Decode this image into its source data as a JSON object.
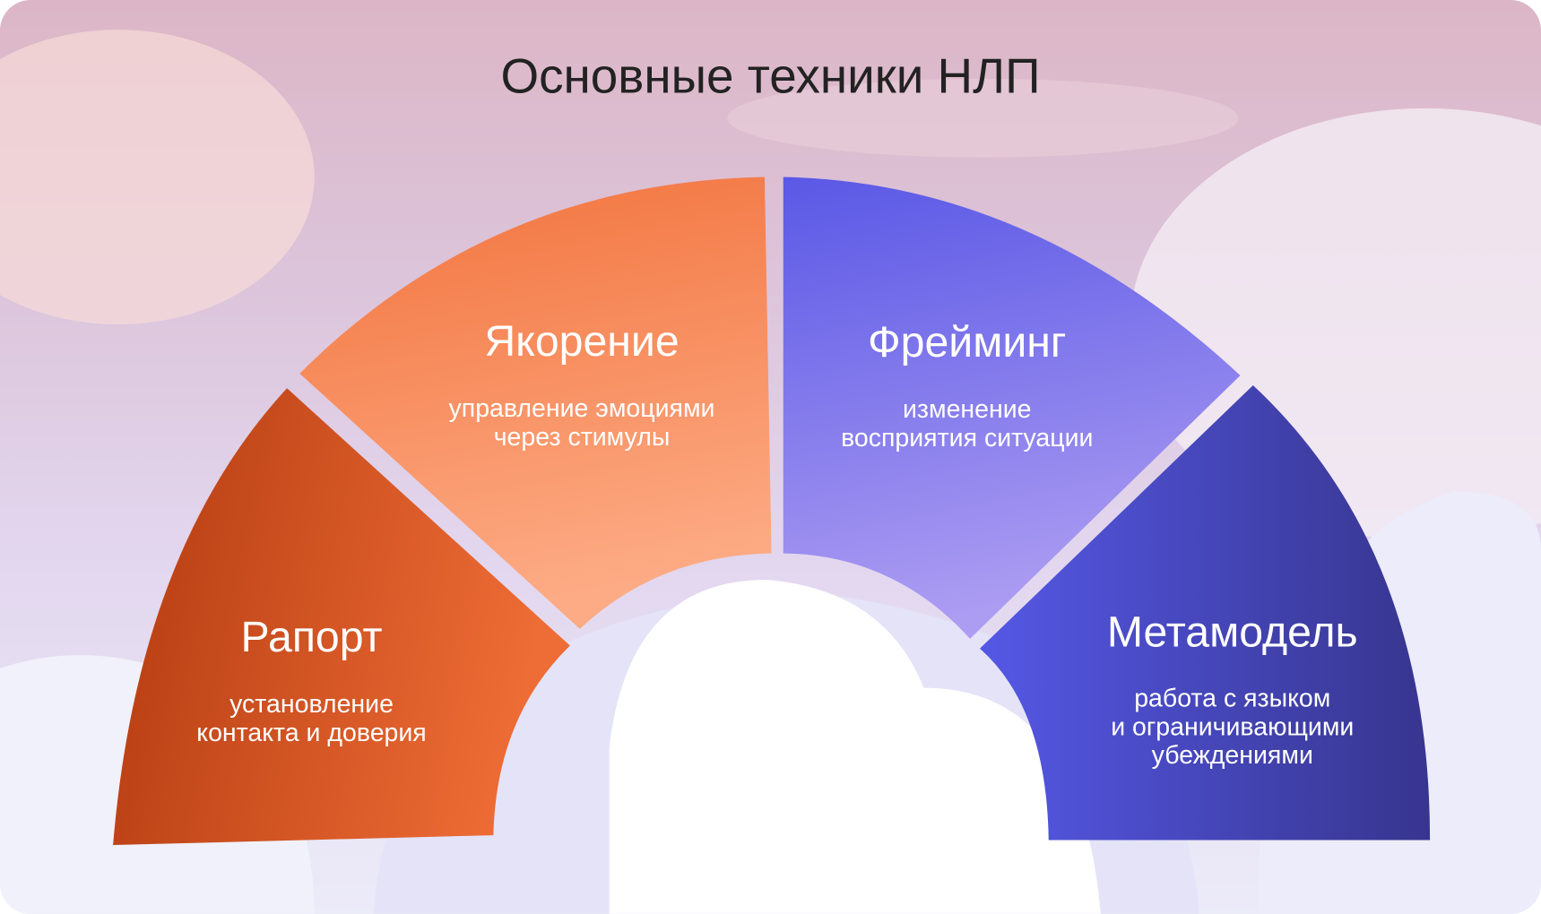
{
  "title": "Основные техники НЛП",
  "segments": [
    {
      "name": "Рапорт",
      "desc": [
        "установление",
        "контакта и доверия"
      ]
    },
    {
      "name": "Якорение",
      "desc": [
        "управление эмоциями",
        "через стимулы"
      ]
    },
    {
      "name": "Фрейминг",
      "desc": [
        "изменение",
        "восприятия ситуации"
      ]
    },
    {
      "name": "Метамодель",
      "desc": [
        "работа с языком",
        "и ограничивающими",
        "убеждениями"
      ]
    }
  ],
  "colors": {
    "rapport": "#b53d12",
    "anchoring": "#f27a45",
    "framing": "#6a62e8",
    "metamodel": "#3d3a9a"
  }
}
